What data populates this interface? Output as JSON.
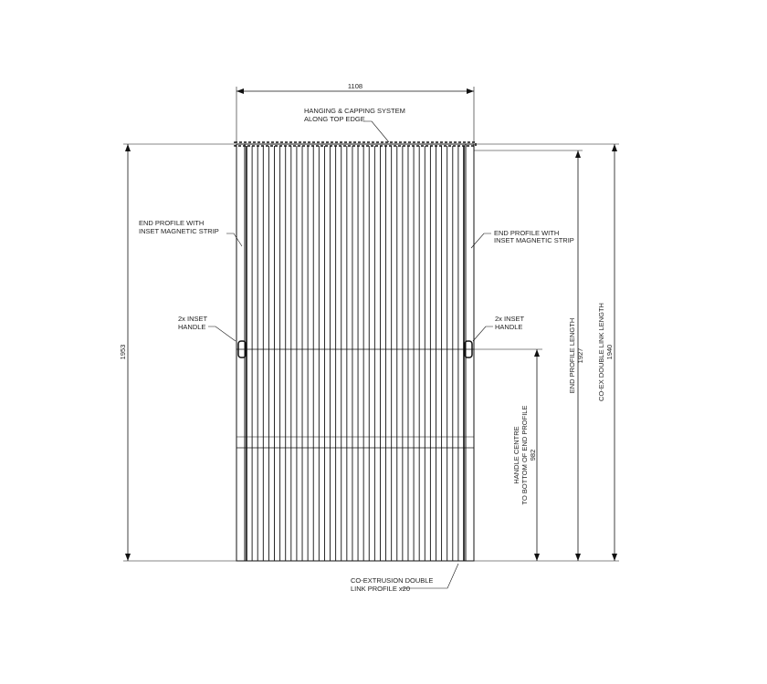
{
  "drawing": {
    "dimensions": {
      "width": "1108",
      "overall_height": "1953",
      "end_profile_length_label": "END PROFILE LENGTH",
      "end_profile_length": "1927",
      "coex_length_label": "CO-EX DOUBLE LINK LENGTH",
      "coex_length": "1940",
      "handle_label_1": "HANDLE CENTRE",
      "handle_label_2": "TO BOTTOM OF END PROFILE",
      "handle_height": "982"
    },
    "callouts": {
      "top_1": "HANGING & CAPPING SYSTEM",
      "top_2": "ALONG TOP EDGE",
      "left_profile_1": "END PROFILE WITH",
      "left_profile_2": "INSET MAGNETIC STRIP",
      "right_profile_1": "END PROFILE WITH",
      "right_profile_2": "INSET MAGNETIC STRIP",
      "left_handle_1": "2x INSET",
      "left_handle_2": "HANDLE",
      "right_handle_1": "2x INSET",
      "right_handle_2": "HANDLE",
      "bottom_1": "CO-EXTRUSION DOUBLE",
      "bottom_2": "LINK PROFILE x20"
    },
    "link_profile_count": 20
  }
}
